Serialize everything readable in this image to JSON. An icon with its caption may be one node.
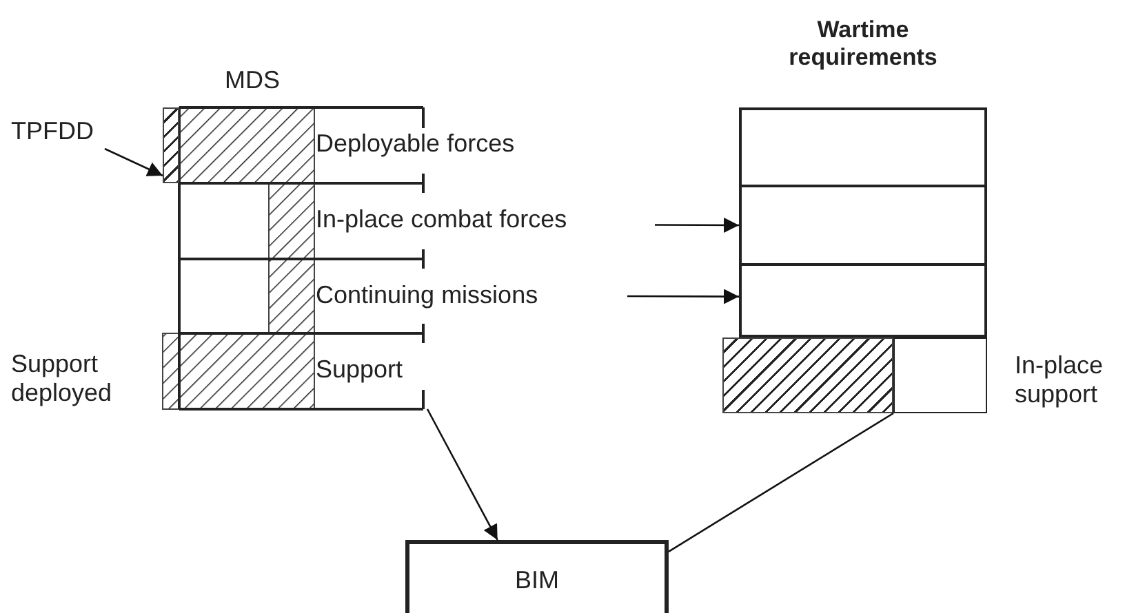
{
  "diagram": {
    "nodes": [
      {
        "text": [
          "MDS"
        ]
      },
      {
        "text": [
          "Deployable forces"
        ],
        "in": 0
      },
      {
        "text": [
          "In-place combat forces"
        ],
        "in": 0
      },
      {
        "text": [
          "Continuing missions"
        ],
        "in": 0
      },
      {
        "text": [
          "Support"
        ],
        "in": 0
      },
      {
        "text": [
          "TPFDD"
        ]
      },
      {
        "text": [],
        "shape": "box"
      },
      {
        "text": [
          "Wartime requirements"
        ]
      },
      {
        "text": [],
        "shape": "box",
        "in": 7
      },
      {
        "text": [],
        "shape": "box",
        "in": 7
      },
      {
        "text": [],
        "shape": "box",
        "in": 7
      },
      {
        "text": [],
        "shape": "box"
      },
      {
        "text": [],
        "shape": "box",
        "beside": [
          "In-place support"
        ]
      },
      {
        "text": [
          "BIM"
        ]
      }
    ],
    "edges": [
      {
        "from": 5,
        "to": 6,
        "arrow": "to"
      },
      {
        "from": 2,
        "to": 9,
        "arrow": "to"
      },
      {
        "from": 3,
        "to": 10,
        "arrow": "to"
      },
      {
        "from": 4,
        "to": 13,
        "arrow": "to"
      },
      {
        "from": 13,
        "to": 12,
        "arrow": "none"
      }
    ],
    "labels": [
      "Support deployed"
    ]
  }
}
